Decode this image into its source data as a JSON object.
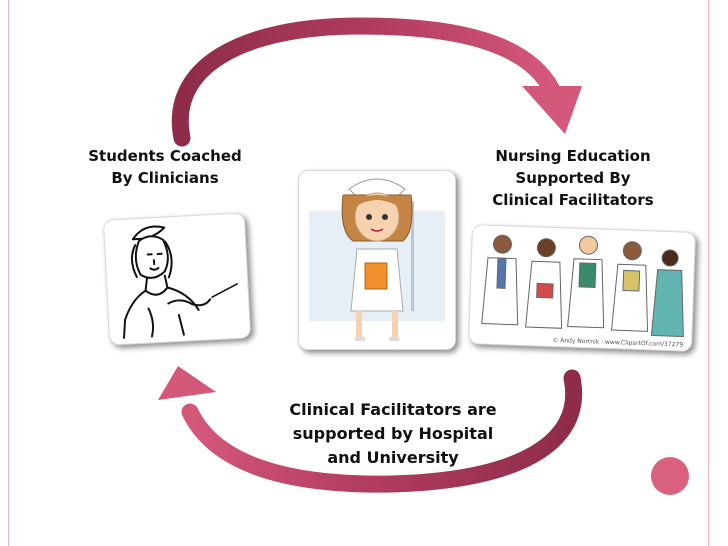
{
  "nodes": {
    "left": {
      "lines": [
        "Students Coached",
        "By Clinicians"
      ]
    },
    "right": {
      "lines": [
        "Nursing Education",
        "Supported By",
        "Clinical Facilitators"
      ]
    },
    "bottom": {
      "lines": [
        "Clinical Facilitators are",
        "supported by Hospital",
        "and University"
      ]
    }
  },
  "image_credit": "© Andy Nortnik · www.ClipartOf.com/37279",
  "colors": {
    "arrow_dark": "#8e2c4a",
    "arrow_light": "#d4587a",
    "accent_dot": "#d9607f",
    "frame_line": "#e8b8c8"
  }
}
